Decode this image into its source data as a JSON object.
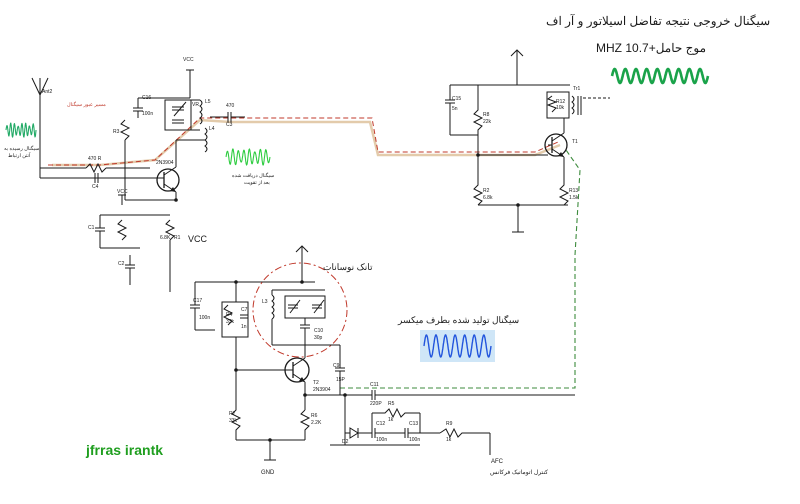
{
  "header": {
    "title": "سیگنال خروجی نتیجه تفاضل اسیلاتور و آر اف",
    "subtitle": "موج حامل+10.7 MHZ"
  },
  "annotations": {
    "tank_circuit": "تانک نوسانات",
    "mixer_signal": "سیگنال تولید شده بطرف میکسر",
    "received_signal_line1": "سیگنال دریافت شده",
    "received_signal_line2": "بعد از تقویت",
    "antenna_signal_line1": "سیگنال رسیده به",
    "antenna_signal_line2": "آنتن ارتباط",
    "signal_path_note": "مسیر عبور سیگنال",
    "afc_note": "کنترل اتوماتیک فرکانس",
    "watermark": "jfrras irantk"
  },
  "components": {
    "vcc_rf": "VCC",
    "vcc_bias": "VCC",
    "vcc_osc": "VCC",
    "gnd": "GND",
    "afc": "AFC",
    "ant": "Ant2",
    "r4": "470 R",
    "c4": "C4",
    "q_rf": "2N3904",
    "c16": "C16",
    "c16_val": "100n",
    "vr": "VR",
    "l5": "L5",
    "l4": "L4",
    "c3": "C3",
    "c3_val": "470",
    "c15": "C15",
    "c15_val": "5n",
    "r8": "R8",
    "r8_val": "22k",
    "r2": "R2",
    "r2_val": "6.8k",
    "r12": "R12",
    "r12_val": "10k",
    "t1": "T1",
    "tr1": "Tr1",
    "r13": "R13",
    "r13_val": "1.5k",
    "r3": "R3",
    "r1": "R1",
    "r1_val": "6.8K",
    "c1": "C1",
    "c2": "C2",
    "c17": "C17",
    "c17_val": "100n",
    "r4b": "R4",
    "r4b_val": "33k",
    "c7": "C7",
    "c7_val": "1n",
    "l3": "L3",
    "c10": "C10",
    "c10_val": "30p",
    "c9": "C9",
    "c9_val": "15P",
    "t2": "T2",
    "t2_val": "2N3904",
    "c11": "C11",
    "c11_val": "220P",
    "r7": "R7",
    "r7_val": "33k",
    "r6": "R6",
    "r6_val": "2.2K",
    "r5": "R5",
    "r5_val": "1k",
    "d2": "D2",
    "c12": "C12",
    "c12_val": "100n",
    "c13": "C13",
    "c13_val": "100n",
    "r9": "R9",
    "r9_val": "1k"
  },
  "colors": {
    "output_wave": "#1aa34a",
    "received_wave": "#2ecc40",
    "input_wave": "#22aa66",
    "mixer_wave": "#2255dd",
    "mixer_wave_bg": "#cfe6f7",
    "watermark": "#1f9e1f"
  }
}
